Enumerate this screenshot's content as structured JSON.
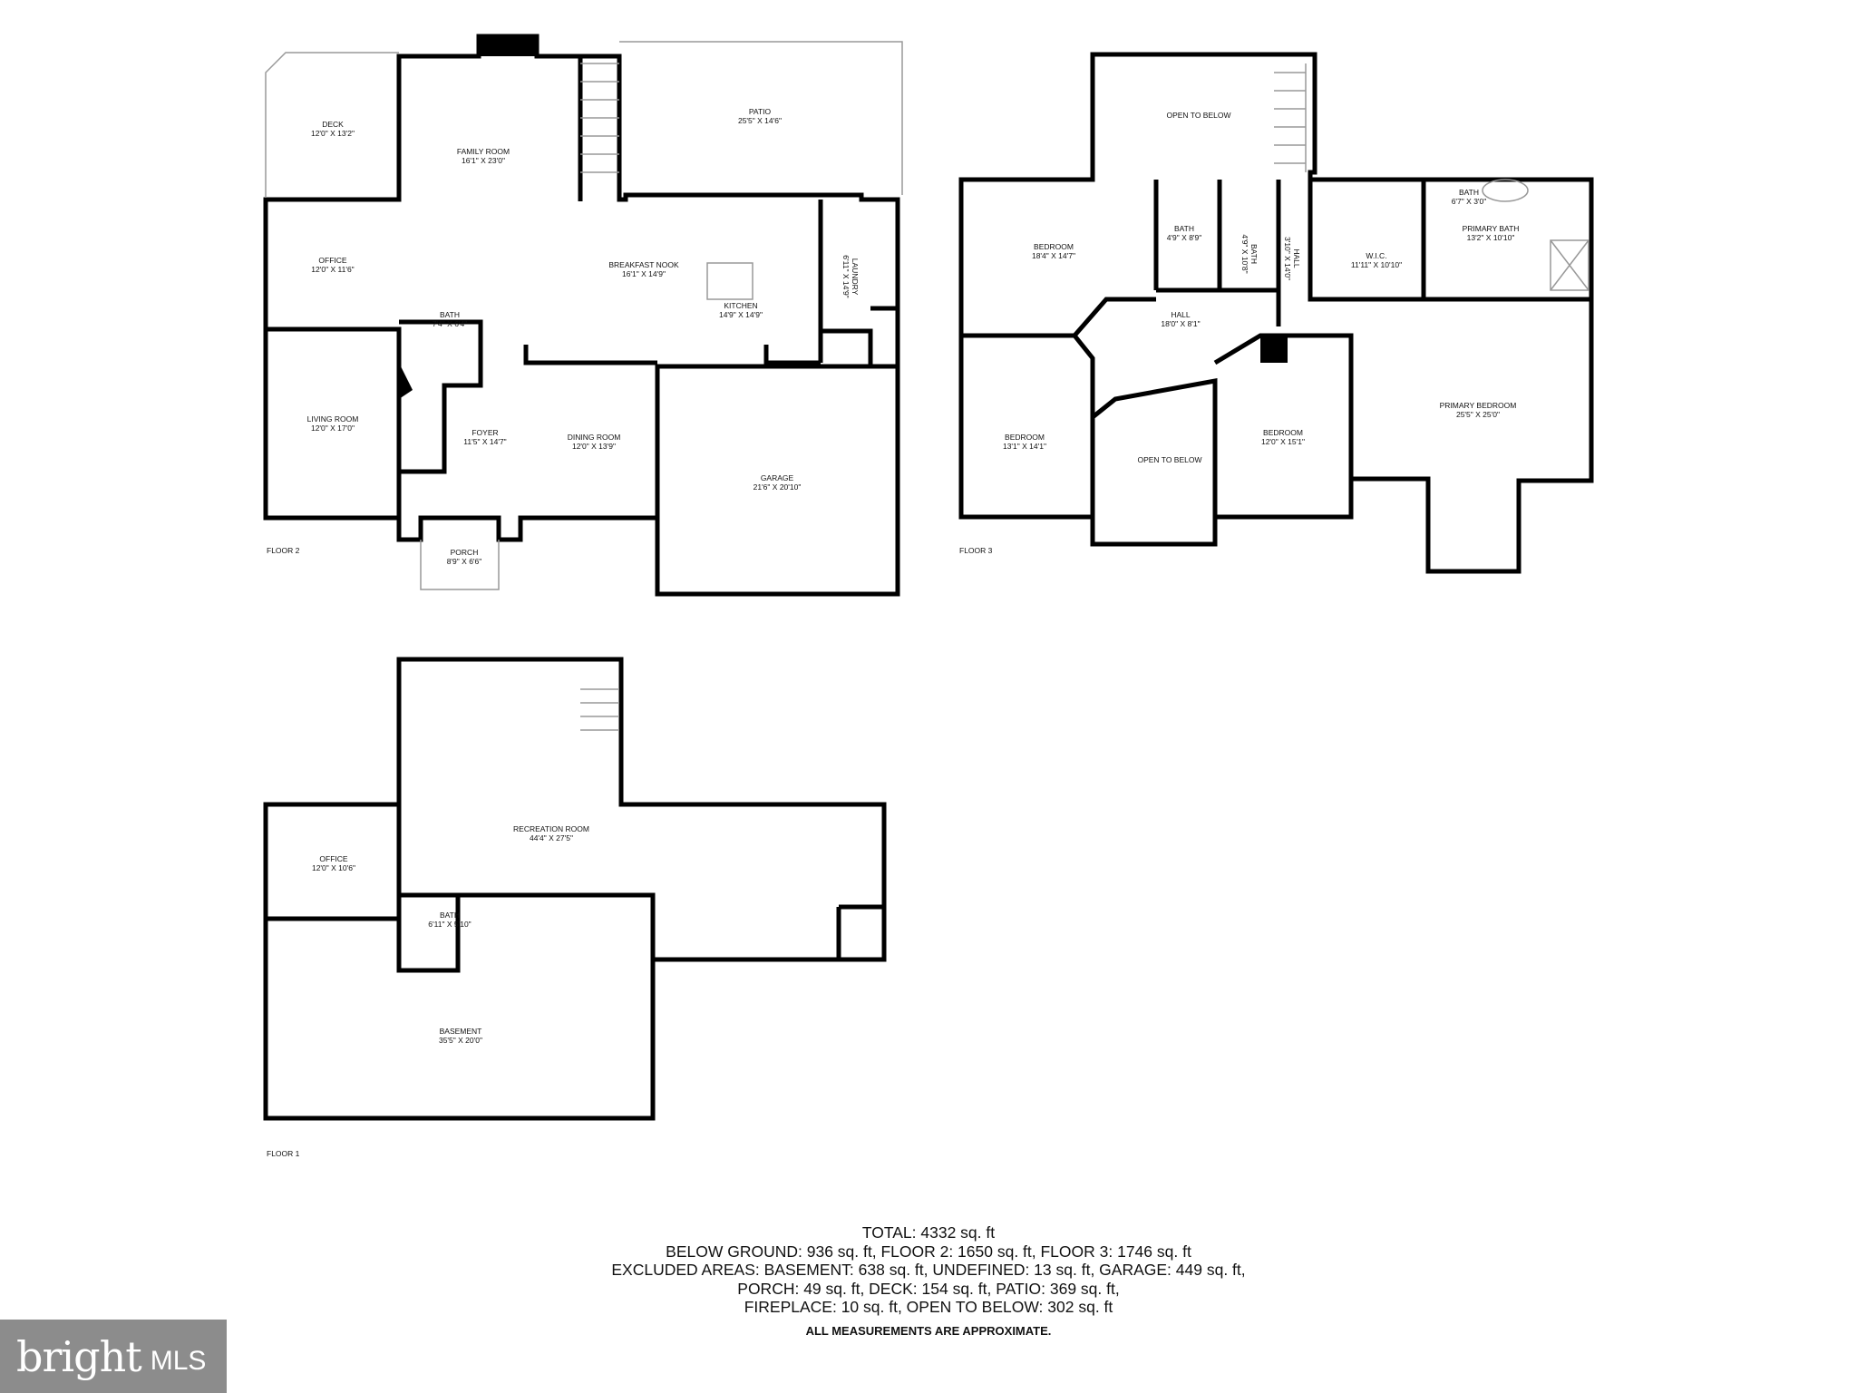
{
  "floors": [
    {
      "label": "FLOOR 2",
      "rooms": [
        {
          "name": "DECK",
          "dims": "12'0\" X 13'2\""
        },
        {
          "name": "FAMILY ROOM",
          "dims": "16'1\" X 23'0\""
        },
        {
          "name": "PATIO",
          "dims": "25'5\" X 14'6\""
        },
        {
          "name": "OFFICE",
          "dims": "12'0\" X 11'6\""
        },
        {
          "name": "BREAKFAST NOOK",
          "dims": "16'1\" X 14'9\""
        },
        {
          "name": "KITCHEN",
          "dims": "14'9\" X 14'9\""
        },
        {
          "name": "LAUNDRY",
          "dims": "6'11\" X 14'9\""
        },
        {
          "name": "BATH",
          "dims": "7'4\" X 6'4\""
        },
        {
          "name": "LIVING ROOM",
          "dims": "12'0\" X 17'0\""
        },
        {
          "name": "FOYER",
          "dims": "11'5\" X 14'7\""
        },
        {
          "name": "DINING ROOM",
          "dims": "12'0\" X 13'9\""
        },
        {
          "name": "GARAGE",
          "dims": "21'6\" X 20'10\""
        },
        {
          "name": "PORCH",
          "dims": "8'9\" X 6'6\""
        }
      ]
    },
    {
      "label": "FLOOR 3",
      "rooms": [
        {
          "name": "OPEN TO BELOW",
          "dims": ""
        },
        {
          "name": "BEDROOM",
          "dims": "18'4\" X 14'7\""
        },
        {
          "name": "BATH",
          "dims": "4'9\" X 8'9\""
        },
        {
          "name": "BATH",
          "dims": "4'9\" X 10'8\""
        },
        {
          "name": "HALL",
          "dims": "3'10\" X 14'0\""
        },
        {
          "name": "W.I.C.",
          "dims": "11'11\" X 10'10\""
        },
        {
          "name": "BATH",
          "dims": "6'7\" X 3'0\""
        },
        {
          "name": "PRIMARY BATH",
          "dims": "13'2\" X 10'10\""
        },
        {
          "name": "HALL",
          "dims": "18'0\" X 8'1\""
        },
        {
          "name": "BEDROOM",
          "dims": "13'1\" X 14'1\""
        },
        {
          "name": "OPEN TO BELOW",
          "dims": ""
        },
        {
          "name": "BEDROOM",
          "dims": "12'0\" X 15'1\""
        },
        {
          "name": "PRIMARY BEDROOM",
          "dims": "25'5\" X 25'0\""
        }
      ]
    },
    {
      "label": "FLOOR 1",
      "rooms": [
        {
          "name": "RECREATION ROOM",
          "dims": "44'4\" X 27'5\""
        },
        {
          "name": "OFFICE",
          "dims": "12'0\" X 10'6\""
        },
        {
          "name": "BATH",
          "dims": "6'11\" X 5'10\""
        },
        {
          "name": "BASEMENT",
          "dims": "35'5\" X 20'0\""
        }
      ]
    }
  ],
  "totals": {
    "lines": [
      "TOTAL: 4332 sq. ft",
      "BELOW GROUND: 936 sq. ft, FLOOR 2: 1650 sq. ft, FLOOR 3: 1746 sq. ft",
      "EXCLUDED AREAS: BASEMENT: 638 sq. ft, UNDEFINED: 13 sq. ft, GARAGE: 449 sq. ft,",
      "PORCH: 49 sq. ft, DECK: 154 sq. ft, PATIO: 369 sq. ft,",
      "FIREPLACE: 10 sq. ft, OPEN TO BELOW: 302 sq. ft"
    ],
    "disclaimer": "ALL MEASUREMENTS ARE APPROXIMATE."
  },
  "logo": {
    "brand": "bright",
    "suffix": "MLS"
  },
  "colors": {
    "wall": "#000000",
    "thin_wall": "#999999",
    "background": "#ffffff",
    "logo_bg": "#8c8c8c"
  }
}
